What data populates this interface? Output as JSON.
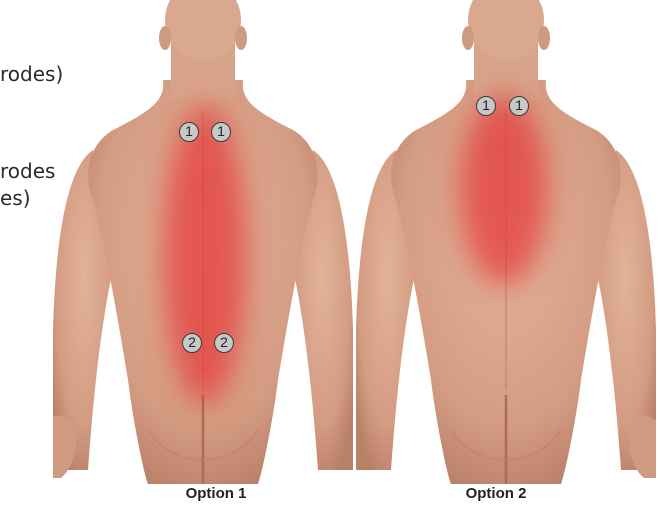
{
  "legend": {
    "line1": "rodes)",
    "line2": "rodes",
    "line3": "es)"
  },
  "colors": {
    "skin": "#dba68d",
    "skin_shadow": "#b98068",
    "heat": "#e53b3b",
    "electrode_fill": "#c8c8c8",
    "electrode_border": "#3a3a3a"
  },
  "panels": [
    {
      "caption": "Option 1",
      "electrodes": [
        {
          "label": "1"
        },
        {
          "label": "1"
        },
        {
          "label": "2"
        },
        {
          "label": "2"
        }
      ]
    },
    {
      "caption": "Option 2",
      "electrodes": [
        {
          "label": "1"
        },
        {
          "label": "1"
        }
      ]
    }
  ]
}
